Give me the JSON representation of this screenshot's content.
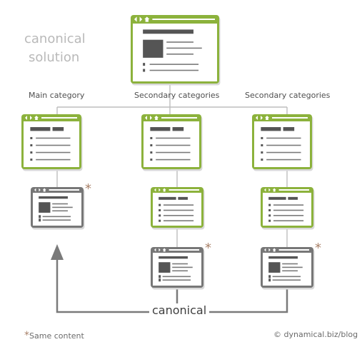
{
  "title_line1": "canonical",
  "title_line2": "solution",
  "labels": {
    "main": "Main category",
    "secondary_1": "Secondary categories",
    "secondary_2": "Secondary categories"
  },
  "canonical_label": "canonical",
  "footnote": {
    "star": "*",
    "text": "Same content"
  },
  "credit": "© dynamical.biz/blog",
  "star": "*",
  "colors": {
    "green": "#8cb23c",
    "gray": "#777777",
    "line": "#bdbdbd",
    "arrow": "#7a7a7a",
    "star": "#a9826a"
  }
}
